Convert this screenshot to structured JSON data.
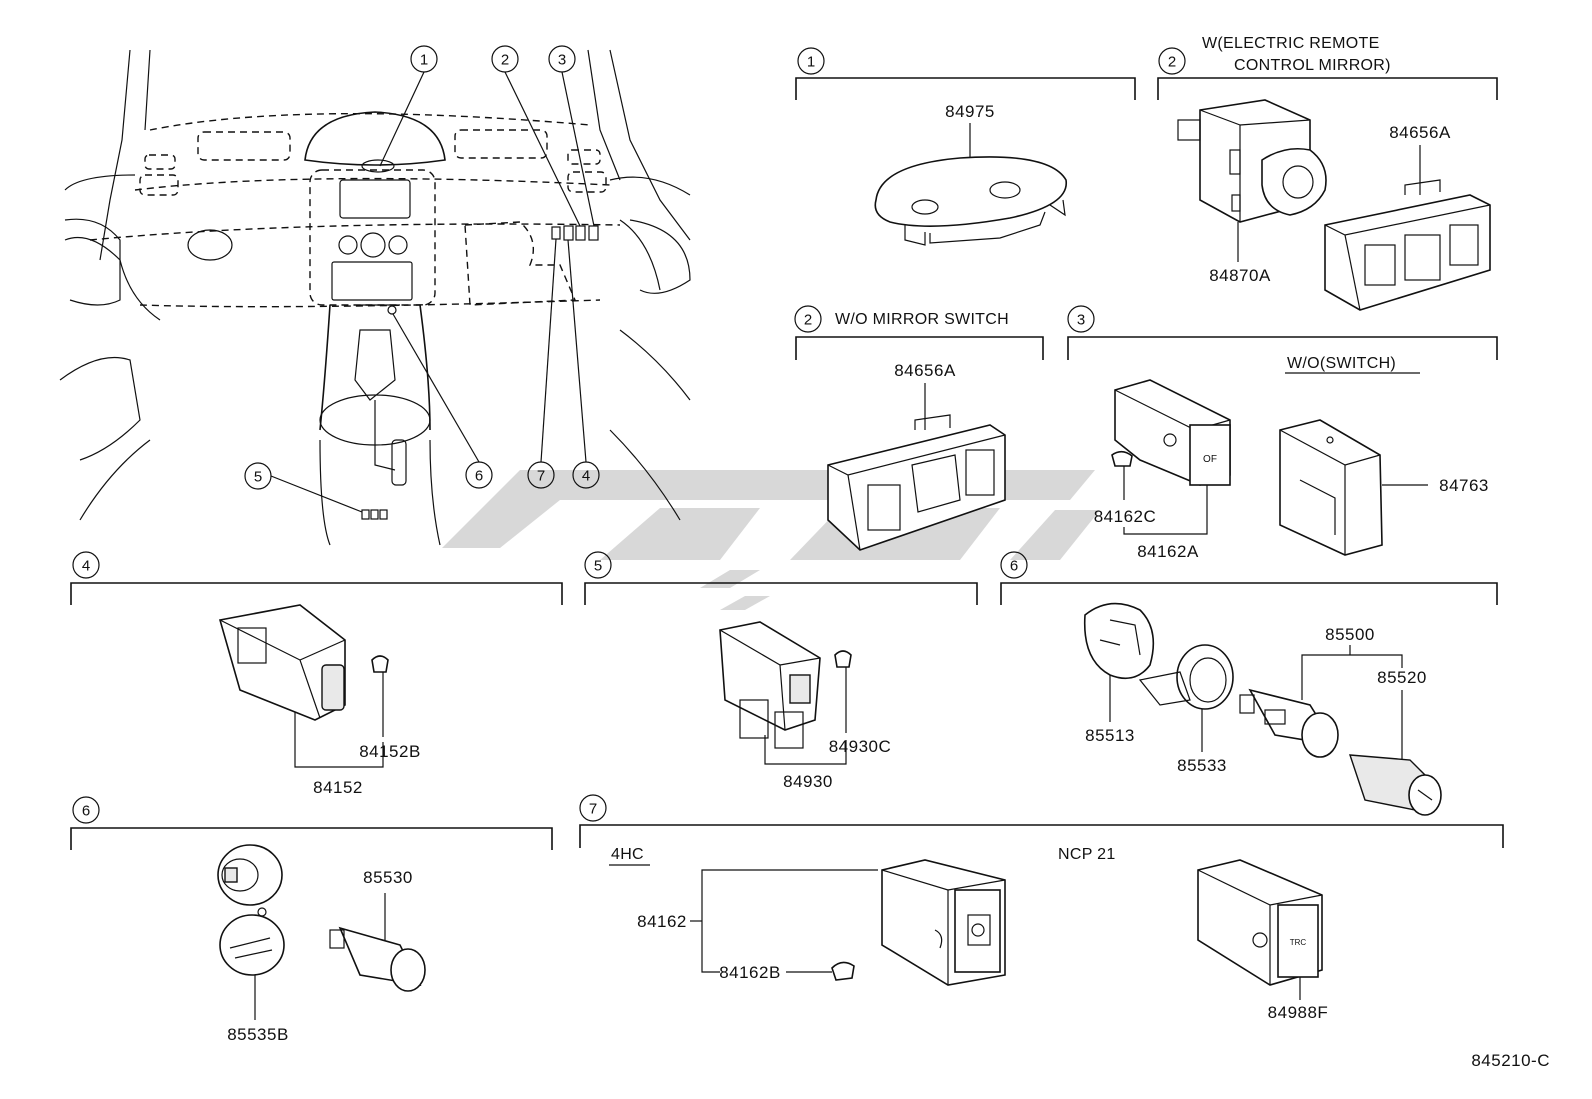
{
  "diagram_code": "845210-C",
  "overview": {
    "callouts": [
      "1",
      "2",
      "3",
      "4",
      "5",
      "6",
      "7"
    ]
  },
  "sections": {
    "s1": {
      "index": "1",
      "parts": [
        "84975"
      ]
    },
    "s2a": {
      "index": "2",
      "title_line1": "W(ELECTRIC REMOTE",
      "title_line2": "CONTROL MIRROR)",
      "parts": [
        "84656A",
        "84870A"
      ]
    },
    "s2b": {
      "index": "2",
      "title": "W/O MIRROR SWITCH",
      "parts": [
        "84656A"
      ]
    },
    "s3": {
      "index": "3",
      "subtitle": "W/O(SWITCH)",
      "parts": [
        "84162C",
        "84162A",
        "84763"
      ]
    },
    "s4": {
      "index": "4",
      "parts": [
        "84152B",
        "84152"
      ]
    },
    "s5": {
      "index": "5",
      "parts": [
        "84930C",
        "84930"
      ]
    },
    "s6a": {
      "index": "6",
      "parts": [
        "85500",
        "85520",
        "85513",
        "85533"
      ]
    },
    "s6b": {
      "index": "6",
      "parts": [
        "85530",
        "85535B"
      ]
    },
    "s7": {
      "index": "7",
      "variant_left": "4HC",
      "variant_right": "NCP 21",
      "parts": [
        "84162",
        "84162B",
        "84988F"
      ]
    }
  },
  "colors": {
    "line": "#111111",
    "watermark": "#d4d4d4",
    "background": "#ffffff"
  }
}
